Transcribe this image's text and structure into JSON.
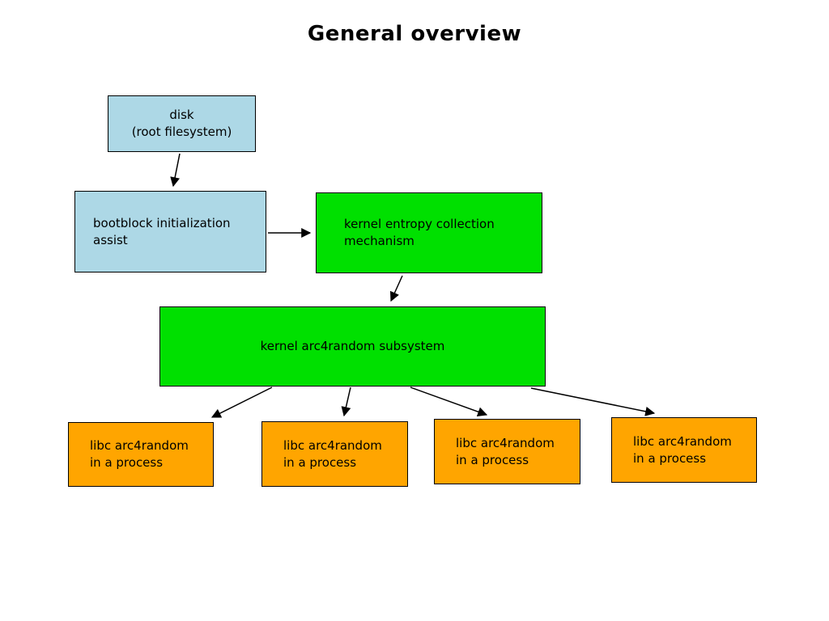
{
  "title": "General overview",
  "colors": {
    "light_blue": "#add8e6",
    "green": "#00e000",
    "orange": "#ffa500",
    "border": "#000000",
    "arrow": "#000000",
    "background": "#ffffff"
  },
  "nodes": {
    "disk": {
      "line1": "disk",
      "line2": "(root filesystem)"
    },
    "bootblock": {
      "line1": "bootblock initialization",
      "line2": "assist"
    },
    "entropy": {
      "line1": "kernel entropy collection",
      "line2": "mechanism"
    },
    "arc4random": {
      "line1": "kernel arc4random subsystem"
    },
    "libc1": {
      "line1": "libc arc4random",
      "line2": "in a process"
    },
    "libc2": {
      "line1": "libc arc4random",
      "line2": "in a process"
    },
    "libc3": {
      "line1": "libc arc4random",
      "line2": "in a process"
    },
    "libc4": {
      "line1": "libc arc4random",
      "line2": "in a process"
    }
  },
  "edges": [
    {
      "from": "disk",
      "to": "bootblock"
    },
    {
      "from": "bootblock",
      "to": "entropy"
    },
    {
      "from": "entropy",
      "to": "arc4random"
    },
    {
      "from": "arc4random",
      "to": "libc1"
    },
    {
      "from": "arc4random",
      "to": "libc2"
    },
    {
      "from": "arc4random",
      "to": "libc3"
    },
    {
      "from": "arc4random",
      "to": "libc4"
    }
  ]
}
